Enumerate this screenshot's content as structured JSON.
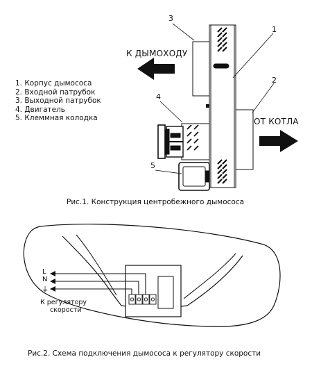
{
  "figure1": {
    "caption": "Рис.1. Конструкция центробежного дымососа",
    "to_chimney_label": "К ДЫМОХОДУ",
    "from_boiler_label": "ОТ КОТЛА",
    "callouts": [
      "1",
      "2",
      "3",
      "4",
      "5"
    ],
    "legend": [
      "1.  Корпус дымососа",
      "2.  Входной патрубок",
      "3.  Выходной патрубок",
      "4.  Двигатель",
      "5.  Клеммная колодка"
    ]
  },
  "figure2": {
    "caption": "Рис.2. Схема подключения дымососа к регулятору скорости",
    "wire_labels": [
      "L",
      "N",
      "⏚"
    ],
    "speed_regulator_label": [
      "К регулятору",
      "скорости"
    ]
  }
}
